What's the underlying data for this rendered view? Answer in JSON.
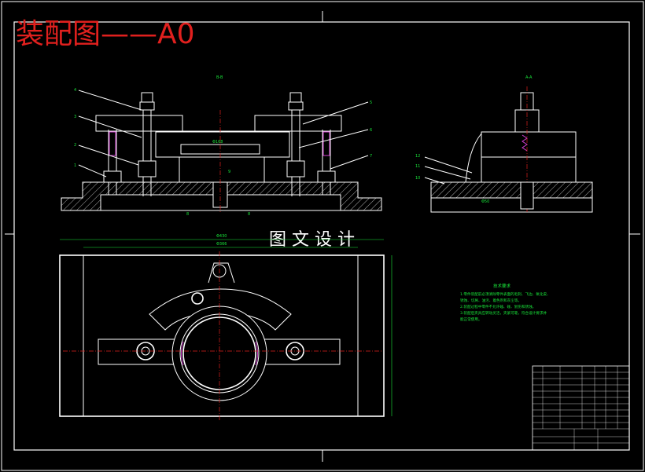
{
  "header": {
    "title": "装配图——A0",
    "subtitle": "图 文 设 计"
  },
  "views": {
    "front_label": "B-B",
    "side_label": "A-A"
  },
  "notes": {
    "heading": "技术要求",
    "lines": [
      "1.零件装配前必须清除零件表面的毛刺、飞边、氧化皮、",
      "锈蚀、切屑、油污、着色剂和灰尘等。",
      "2.装配过程中零件不允许磕、碰、划伤和锈蚀。",
      "3.装配后夹具应转动灵活，夹紧可靠，符合设计要求并",
      "能正常使用。"
    ]
  },
  "balloons": [
    "4",
    "3",
    "2",
    "1",
    "5",
    "6",
    "7",
    "8",
    "8",
    "9",
    "12",
    "11",
    "10"
  ],
  "colors": {
    "background": "#000000",
    "line": "#ffffff",
    "dimension": "#19e63a",
    "accent": "#e0201e",
    "seal": "#d23fd2"
  }
}
